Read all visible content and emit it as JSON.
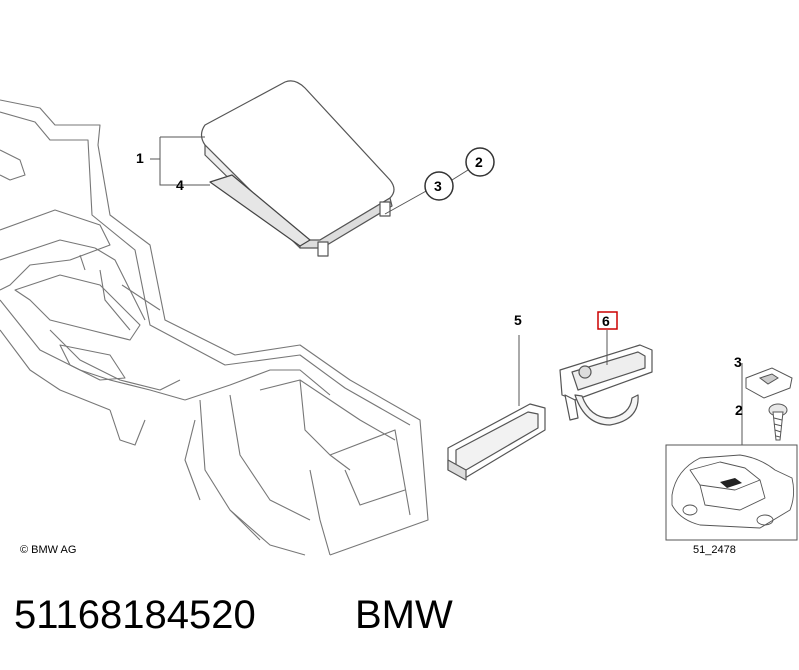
{
  "callouts": {
    "c1": "1",
    "c2": "2",
    "c3": "3",
    "c4": "4",
    "c5": "5",
    "c6": "6",
    "legend_3": "3",
    "legend_2": "2"
  },
  "copyright": "© BMW AG",
  "diagram_id": "51_2478",
  "footer": {
    "part_number": "51168184520",
    "brand": "BMW"
  },
  "colors": {
    "line": "#555555",
    "highlight_box": "#cc0000"
  }
}
